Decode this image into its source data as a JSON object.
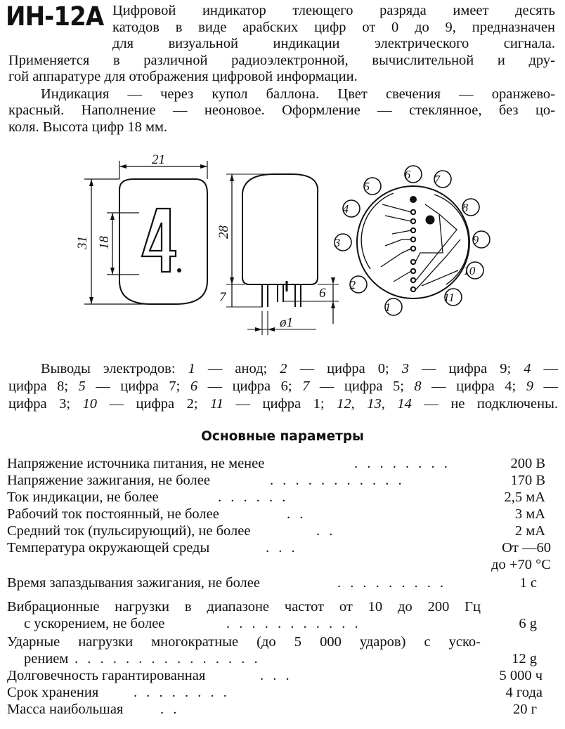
{
  "doc": {
    "title": "ИН-12А",
    "intro_lines": [
      "Цифровой индикатор тлеющего разряда имеет десять",
      "катодов в виде арабских цифр от 0 до 9, предназначен",
      "для визуальной индикации электрического сигнала."
    ],
    "para1_lines": [
      "Применяется в различной радиоэлектронной, вычислительной и дру-",
      "гой аппаратуре для отображения цифровой информации."
    ],
    "para2_lines": [
      "Индикация — через купол баллона. Цвет свечения — оранжево-",
      "красный. Наполнение — неоновое. Оформление — стеклянное, без цо-",
      "коля. Высота цифр 18 мм."
    ]
  },
  "figure": {
    "dims": {
      "width": "21",
      "height_total": "31",
      "digit_height": "18",
      "body_height": "28",
      "pin_len": "7",
      "pin_dia": "ø1",
      "pin_len2": "6"
    },
    "digit": "4",
    "pins": [
      "1",
      "2",
      "3",
      "4",
      "5",
      "6",
      "7",
      "8",
      "9",
      "10",
      "11"
    ]
  },
  "pinout": {
    "intro": "Выводы электродов:",
    "line1": [
      {
        "n": "1",
        "t": " — анод; "
      },
      {
        "n": "2",
        "t": " — цифра 0; "
      },
      {
        "n": "3",
        "t": " — цифра 9; "
      },
      {
        "n": "4",
        "t": " —"
      }
    ],
    "line2": [
      {
        "n": "",
        "t": "цифра 8; "
      },
      {
        "n": "5",
        "t": " — цифра 7; "
      },
      {
        "n": "6",
        "t": " — цифра 6; "
      },
      {
        "n": "7",
        "t": " — цифра 5; "
      },
      {
        "n": "8",
        "t": " — цифра 4; "
      },
      {
        "n": "9",
        "t": " —"
      }
    ],
    "line3": [
      {
        "n": "",
        "t": "цифра 3; "
      },
      {
        "n": "10",
        "t": " — цифра 2; "
      },
      {
        "n": "11",
        "t": " — цифра 1; "
      },
      {
        "n": "12, 13, 14",
        "t": " — не подключены."
      }
    ]
  },
  "params": {
    "heading": "Основные параметры",
    "rows": [
      {
        "label": "Напряжение источника питания, не менее",
        "dots": ". . . . . . . .",
        "value": "200 В"
      },
      {
        "label": "Напряжение зажигания, не более",
        "dots": ". . . . . . . . . . .",
        "value": "170 В"
      },
      {
        "label": "Ток индикации, не более",
        "dots": ". . . . .        .",
        "value": "2,5 мА"
      },
      {
        "label": "Рабочий ток постоянный, не более",
        "dots": ".        .",
        "value": "3 мА"
      },
      {
        "label": "Средний ток (пульсирующий), не более",
        "dots": ".     .",
        "value": "2 мА"
      },
      {
        "label": "Температура окружающей среды",
        "dots": ". .                         .",
        "value": "От —60"
      },
      {
        "label": "",
        "dots": "",
        "value": "до +70 °С"
      },
      {
        "label": "Время запаздывания зажигания, не более",
        "dots": ". . . . . . . . .",
        "value": "1 с"
      },
      {
        "label": "Вибрационные нагрузки в диапазоне частот от 10 до 200 Гц",
        "dots": "",
        "value": ""
      },
      {
        "label": "с ускорением, не более",
        "dots": ". . . . . . . .        . . .",
        "value": "6 g"
      },
      {
        "label": "Ударные нагрузки многократные (до 5 000 ударов) с уско-",
        "dots": "",
        "value": ""
      },
      {
        "label": "рением",
        "dots": ". . . . . . . . . . . .                 . . .",
        "value": "12 g"
      },
      {
        "label": "Долговечность гарантированная",
        "dots": ".        .        .",
        "value": "5 000 ч"
      },
      {
        "label": "Срок хранения",
        "dots": ". . . .        .        .           . .",
        "value": "4 года"
      },
      {
        "label": "Масса наибольшая",
        "dots": ".                                         .",
        "value": "20 г"
      }
    ]
  }
}
